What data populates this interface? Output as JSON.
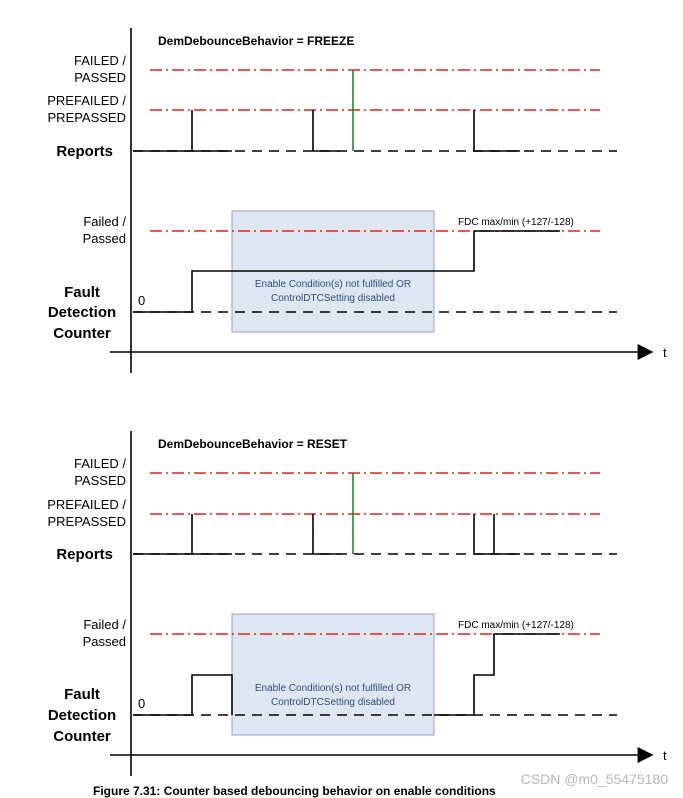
{
  "diagram1": {
    "title": "DemDebounceBehavior = FREEZE",
    "failed_label": [
      "FAILED /",
      "PASSED"
    ],
    "prefailed_label": [
      "PREFAILED /",
      "PREPASSED"
    ],
    "reports_label": "Reports",
    "fdc_failed_label": [
      "Failed /",
      "Passed"
    ],
    "fdc_label": [
      "Fault",
      "Detection",
      "Counter"
    ],
    "zero_label": "0",
    "fdc_max_label": "FDC max/min (+127/-128)",
    "box_text": [
      "Enable Condition(s) not fulfilled OR",
      "ControlDTCSetting disabled"
    ],
    "t_label": "t"
  },
  "diagram2": {
    "title": "DemDebounceBehavior = RESET",
    "failed_label": [
      "FAILED /",
      "PASSED"
    ],
    "prefailed_label": [
      "PREFAILED /",
      "PREPASSED"
    ],
    "reports_label": "Reports",
    "fdc_failed_label": [
      "Failed /",
      "Passed"
    ],
    "fdc_label": [
      "Fault",
      "Detection",
      "Counter"
    ],
    "zero_label": "0",
    "fdc_max_label": "FDC max/min (+127/-128)",
    "box_text": [
      "Enable Condition(s) not fulfilled OR",
      "ControlDTCSetting disabled"
    ],
    "t_label": "t"
  },
  "caption": "Figure 7.31: Counter based debouncing behavior on enable conditions",
  "watermark": "CSDN @m0_55475180",
  "colors": {
    "threshold_line": "#e1251b",
    "failed_report": "#1a8a2a",
    "box_fill": "#dde6f1",
    "box_border": "#8fa6c8",
    "box_text": "#2f4f87"
  }
}
